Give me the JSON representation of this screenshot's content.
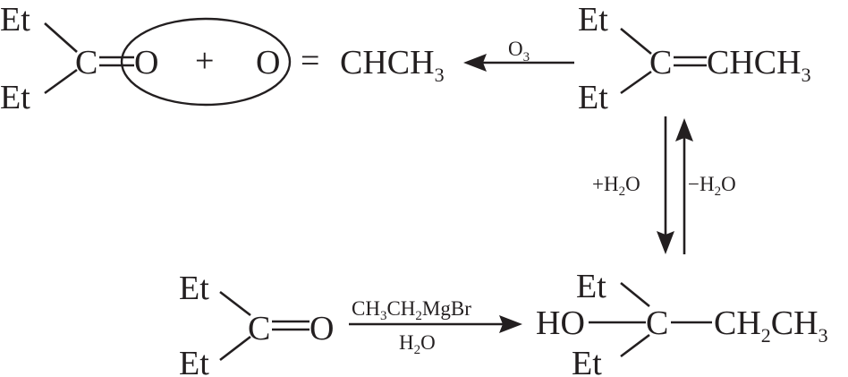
{
  "top_left": {
    "et_upper": "Et",
    "et_lower": "Et",
    "carbon": "C",
    "oxygen_1": "O",
    "plus": "+",
    "oxygen_2": "O",
    "equals": "=",
    "product_main": "CHCH",
    "product_sub": "3"
  },
  "ozonolysis": {
    "reagent_main": "O",
    "reagent_sub": "3"
  },
  "top_right": {
    "et_upper": "Et",
    "et_lower": "Et",
    "carbon": "C",
    "group_main": "CHCH",
    "group_sub": "3"
  },
  "equilibrium": {
    "forward_prefix": "+H",
    "forward_sub": "2",
    "forward_suffix": "O",
    "reverse_prefix": "−H",
    "reverse_sub": "2",
    "reverse_suffix": "O"
  },
  "bottom_left": {
    "et_upper": "Et",
    "et_lower": "Et",
    "carbon": "C",
    "oxygen": "O"
  },
  "grignard": {
    "reagent_p1": "CH",
    "reagent_s1": "3",
    "reagent_p2": "CH",
    "reagent_s2": "2",
    "reagent_p3": "MgBr",
    "workup_main": "H",
    "workup_sub": "2",
    "workup_suffix": "O"
  },
  "bottom_right": {
    "hydroxyl": "HO",
    "et_upper": "Et",
    "et_lower": "Et",
    "carbon": "C",
    "chain_p1": "CH",
    "chain_s1": "2",
    "chain_p2": "CH",
    "chain_s2": "3"
  }
}
